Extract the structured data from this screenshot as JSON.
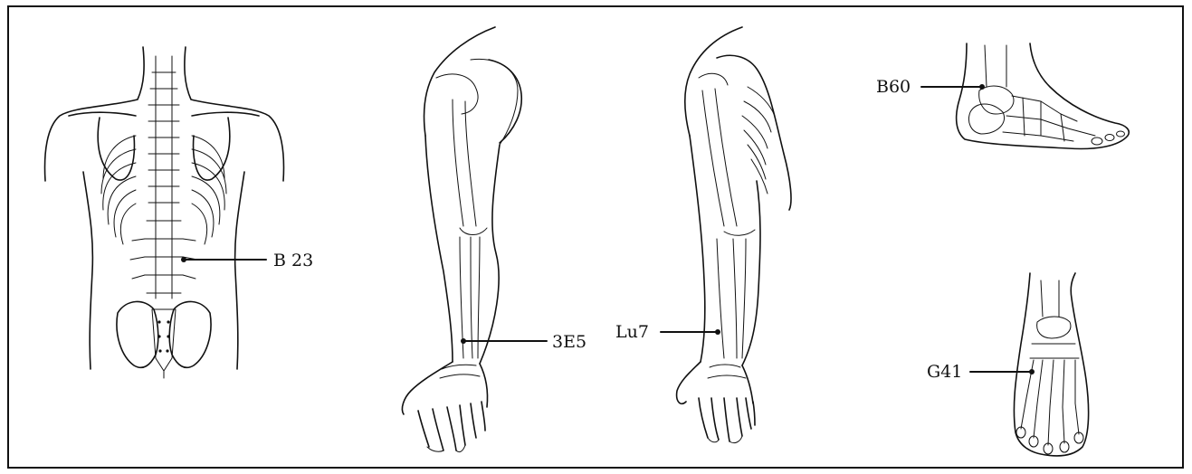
{
  "figure": {
    "labels": {
      "back": "B 23",
      "forearm_outer": "3E5",
      "forearm_inner": "Lu7",
      "ankle": "B60",
      "foot_top": "G41"
    }
  }
}
